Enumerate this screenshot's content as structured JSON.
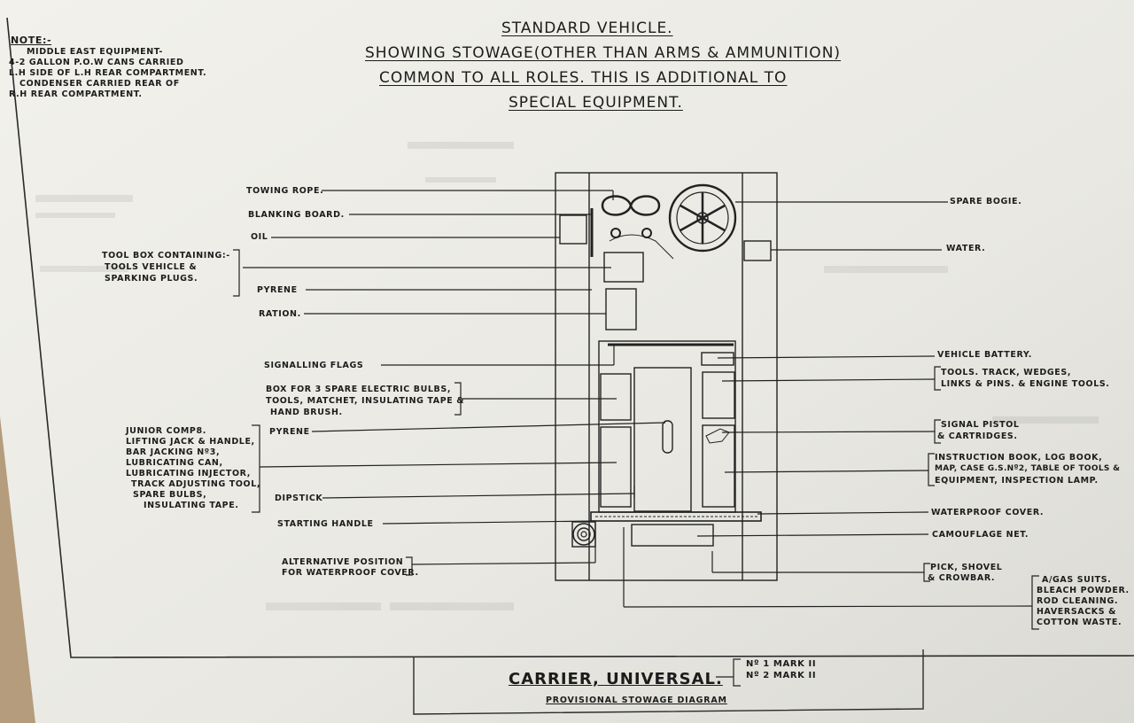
{
  "diagram": {
    "title_lines": [
      "STANDARD VEHICLE.",
      "SHOWING STOWAGE(OTHER THAN ARMS & AMMUNITION)",
      "COMMON TO ALL ROLES. THIS IS ADDITIONAL TO",
      "SPECIAL EQUIPMENT."
    ],
    "note": {
      "heading": "NOTE:-",
      "lines": [
        "MIDDLE EAST EQUIPMENT-",
        "4-2 GALLON P.O.W CANS CARRIED",
        "L.H SIDE OF L.H REAR COMPARTMENT.",
        "CONDENSER CARRIED REAR OF",
        "R.H REAR COMPARTMENT."
      ]
    },
    "left_labels": {
      "towing_rope": "TOWING ROPE.",
      "blanking_board": "BLANKING BOARD.",
      "oil": "OIL",
      "tool_box": [
        "TOOL BOX CONTAINING:-",
        "TOOLS VEHICLE &",
        "SPARKING PLUGS."
      ],
      "pyrene_top": "PYRENE",
      "ration": "RATION.",
      "signalling_flags": "SIGNALLING FLAGS",
      "spare_bulbs_box": [
        "BOX FOR 3 SPARE ELECTRIC BULBS,",
        "TOOLS, MATCHET, INSULATING TAPE &",
        "HAND BRUSH."
      ],
      "pyrene_mid": "PYRENE",
      "junior_comp": [
        "JUNIOR COMP8.",
        "LIFTING JACK & HANDLE,",
        "BAR JACKING Nº3,",
        "LUBRICATING CAN,",
        "LUBRICATING INJECTOR,",
        "TRACK ADJUSTING TOOL,",
        "SPARE BULBS,",
        "INSULATING TAPE."
      ],
      "dipstick": "DIPSTICK",
      "starting_handle": "STARTING HANDLE",
      "alt_position": [
        "ALTERNATIVE POSITION",
        "FOR WATERPROOF COVER."
      ]
    },
    "right_labels": {
      "spare_bogie": "SPARE BOGIE.",
      "water": "WATER.",
      "vehicle_battery": "VEHICLE BATTERY.",
      "tools_track": [
        "TOOLS. TRACK, WEDGES,",
        "LINKS & PINS. & ENGINE TOOLS."
      ],
      "signal_pistol": [
        "SIGNAL PISTOL",
        "& CARTRIDGES."
      ],
      "instruction_book": [
        "INSTRUCTION BOOK, LOG BOOK,",
        "MAP, CASE G.S.Nº2, TABLE OF TOOLS &",
        "EQUIPMENT, INSPECTION LAMP."
      ],
      "waterproof_cover": "WATERPROOF COVER.",
      "camouflage_net": "CAMOUFLAGE NET.",
      "pick_shovel": [
        "PICK, SHOVEL",
        "& CROWBAR."
      ],
      "agas_suits": [
        "A/GAS SUITS.",
        "BLEACH POWDER.",
        "ROD CLEANING.",
        "HAVERSACKS &",
        "COTTON WASTE."
      ]
    },
    "footer": {
      "main": "CARRIER, UNIVERSAL.",
      "sub": "PROVISIONAL STOWAGE DIAGRAM",
      "variants": [
        "Nº 1 MARK II",
        "Nº 2 MARK II"
      ]
    }
  }
}
